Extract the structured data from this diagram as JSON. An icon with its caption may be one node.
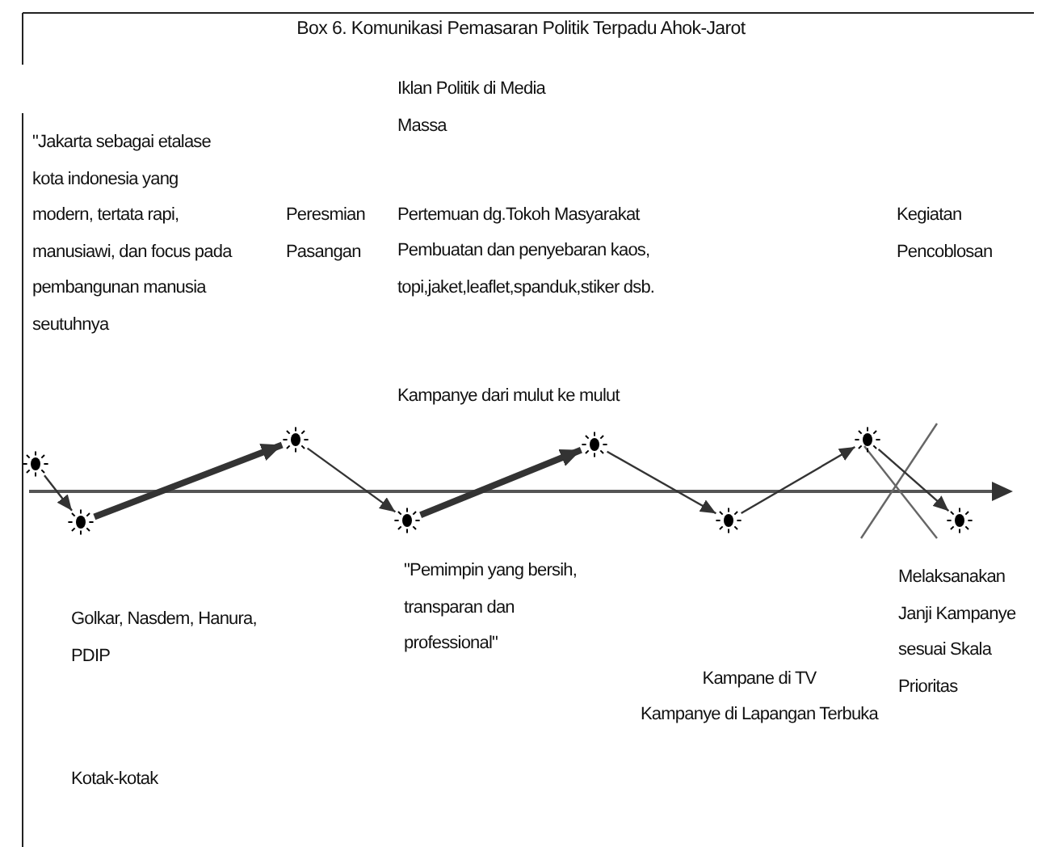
{
  "diagram": {
    "title": "Box 6. Komunikasi Pemasaran Politik Terpadu Ahok-Jarot",
    "nodes": [
      {
        "text": [],
        "shape": "star"
      },
      {
        "text": [],
        "shape": "star"
      },
      {
        "text": [],
        "shape": "star"
      },
      {
        "text": [],
        "shape": "star"
      },
      {
        "text": [],
        "shape": "star"
      },
      {
        "text": [],
        "shape": "star"
      },
      {
        "text": [],
        "shape": "star"
      },
      {
        "text": [],
        "shape": "star"
      }
    ],
    "edges": [
      {
        "from": 0,
        "to": 1,
        "arrow": "to"
      },
      {
        "from": 1,
        "to": 2,
        "arrow": "to",
        "style": "thick"
      },
      {
        "from": 2,
        "to": 3,
        "arrow": "to"
      },
      {
        "from": 3,
        "to": 4,
        "arrow": "to",
        "style": "thick"
      },
      {
        "from": 4,
        "to": 5,
        "arrow": "to"
      },
      {
        "from": 5,
        "to": 6,
        "arrow": "to"
      },
      {
        "from": 6,
        "to": 7,
        "arrow": "to"
      }
    ],
    "labels": [
      "\"Jakarta sebagai etalase kota indonesia yang modern, tertata rapi, manusiawi, dan focus pada pembangunan manusia seutuhnya",
      "Peresmian Pasangan",
      "Iklan Politik di Media Massa",
      "Pertemuan dg.Tokoh Masyarakat",
      "Pembuatan dan penyebaran kaos, topi,jaket,leaflet,spanduk,stiker dsb.",
      "Kampanye dari mulut ke mulut",
      "Kegiatan Pencoblosan",
      "Golkar, Nasdem, Hanura, PDIP",
      "Kotak-kotak",
      "\"Pemimpin yang bersih, transparan dan professional\"",
      "Kampane di TV",
      "Kampanye di Lapangan Terbuka",
      "Melaksanakan Janji Kampanye sesuai Skala Prioritas"
    ]
  }
}
